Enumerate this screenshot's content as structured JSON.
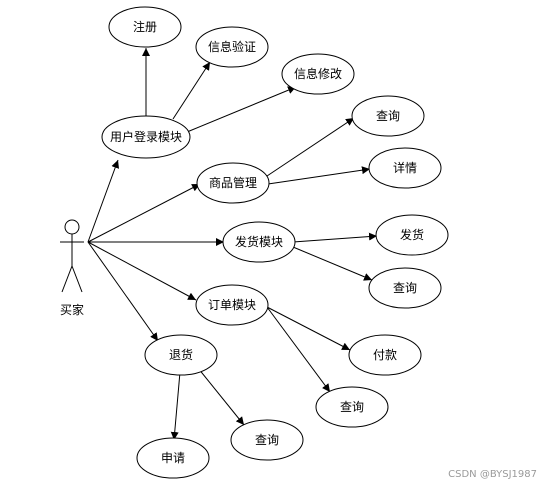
{
  "actor": {
    "label": "买家"
  },
  "nodes": {
    "zhuce": "注册",
    "xinxi_yanzheng": "信息验证",
    "xinxi_xiugai": "信息修改",
    "yonghu_denglu": "用户登录模块",
    "spgl_chaxun": "查询",
    "shangpin_guanli": "商品管理",
    "xiangqing": "详情",
    "fahuo_mokuai": "发货模块",
    "fahuo": "发货",
    "fahuo_chaxun": "查询",
    "dingdan_mokuai": "订单模块",
    "fukuan": "付款",
    "dingdan_chaxun": "查询",
    "tuihuo": "退货",
    "shenqing": "申请",
    "tuihuo_chaxun": "查询"
  },
  "watermark": "CSDN @BYSJ1987"
}
